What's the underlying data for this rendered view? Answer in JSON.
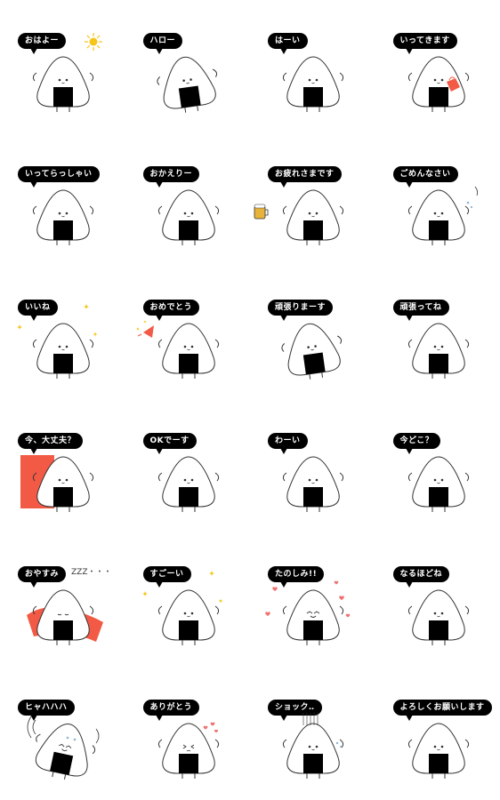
{
  "stickers": [
    {
      "label": "おはよー",
      "variant": "sun"
    },
    {
      "label": "ハロー",
      "variant": "tilt"
    },
    {
      "label": "はーい",
      "variant": "plain"
    },
    {
      "label": "いってきます",
      "variant": "bag"
    },
    {
      "label": "いってらっしゃい",
      "variant": "plain"
    },
    {
      "label": "おかえりー",
      "variant": "plain"
    },
    {
      "label": "お疲れさまです",
      "variant": "beer"
    },
    {
      "label": "ごめんなさい",
      "variant": "sweat"
    },
    {
      "label": "いいね",
      "variant": "sparkle"
    },
    {
      "label": "おめでとう",
      "variant": "popper"
    },
    {
      "label": "頑張りまーす",
      "variant": "tilt"
    },
    {
      "label": "頑張ってね",
      "variant": "plain"
    },
    {
      "label": "今、大丈夫？",
      "variant": "door"
    },
    {
      "label": "OKでーす",
      "variant": "plain"
    },
    {
      "label": "わーい",
      "variant": "plain"
    },
    {
      "label": "今どこ？",
      "variant": "plain"
    },
    {
      "label": "おやすみ",
      "variant": "sleep"
    },
    {
      "label": "すごーい",
      "variant": "sparkle"
    },
    {
      "label": "たのしみ!!",
      "variant": "hearts"
    },
    {
      "label": "なるほどね",
      "variant": "plain"
    },
    {
      "label": "ヒャハハハ",
      "variant": "laugh"
    },
    {
      "label": "ありがとう",
      "variant": "thanks"
    },
    {
      "label": "ショック‥",
      "variant": "shock"
    },
    {
      "label": "よろしくお願いします",
      "variant": "plain"
    }
  ],
  "sleep_sound": "ZZZ・・・",
  "colors": {
    "bubble": "#000000",
    "nori": "#000000",
    "outline": "#333333",
    "red": "#f25a45",
    "sun": "#f5c518",
    "heart": "#f07070",
    "sparkle": "#f2c200",
    "beer": "#e8b33a"
  }
}
